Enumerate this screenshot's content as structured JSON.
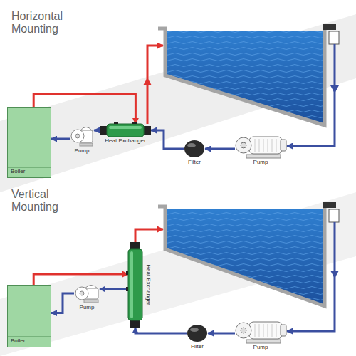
{
  "diagram": {
    "nodes": [
      {
        "text": [
          "Boiler"
        ]
      },
      {
        "text": [
          "Pump"
        ]
      },
      {
        "text": [
          "Heat Exchanger"
        ]
      },
      {
        "text": [
          "Filter"
        ]
      },
      {
        "text": [
          "Pump"
        ]
      },
      {
        "text": [
          "Boiler"
        ]
      },
      {
        "text": [
          "Pump"
        ]
      },
      {
        "text": [
          "Heat Exchanger"
        ]
      },
      {
        "text": [
          "Filter"
        ]
      },
      {
        "text": [
          "Pump"
        ]
      }
    ],
    "edges": [
      {
        "from": 0,
        "to": 2,
        "arrow": "to"
      },
      {
        "from": 2,
        "to": 1,
        "arrow": "to"
      },
      {
        "from": 1,
        "to": 0,
        "arrow": "to"
      },
      {
        "from": 4,
        "to": 3,
        "arrow": "to"
      },
      {
        "from": 3,
        "to": 2,
        "arrow": "to"
      },
      {
        "from": 5,
        "to": 7,
        "arrow": "to"
      },
      {
        "from": 7,
        "to": 6,
        "arrow": "to"
      },
      {
        "from": 6,
        "to": 5,
        "arrow": "to"
      },
      {
        "from": 9,
        "to": 8,
        "arrow": "to"
      },
      {
        "from": 8,
        "to": 7,
        "arrow": "to"
      }
    ],
    "labels": [
      "Horizontal Mounting",
      "Vertical Mounting"
    ]
  }
}
